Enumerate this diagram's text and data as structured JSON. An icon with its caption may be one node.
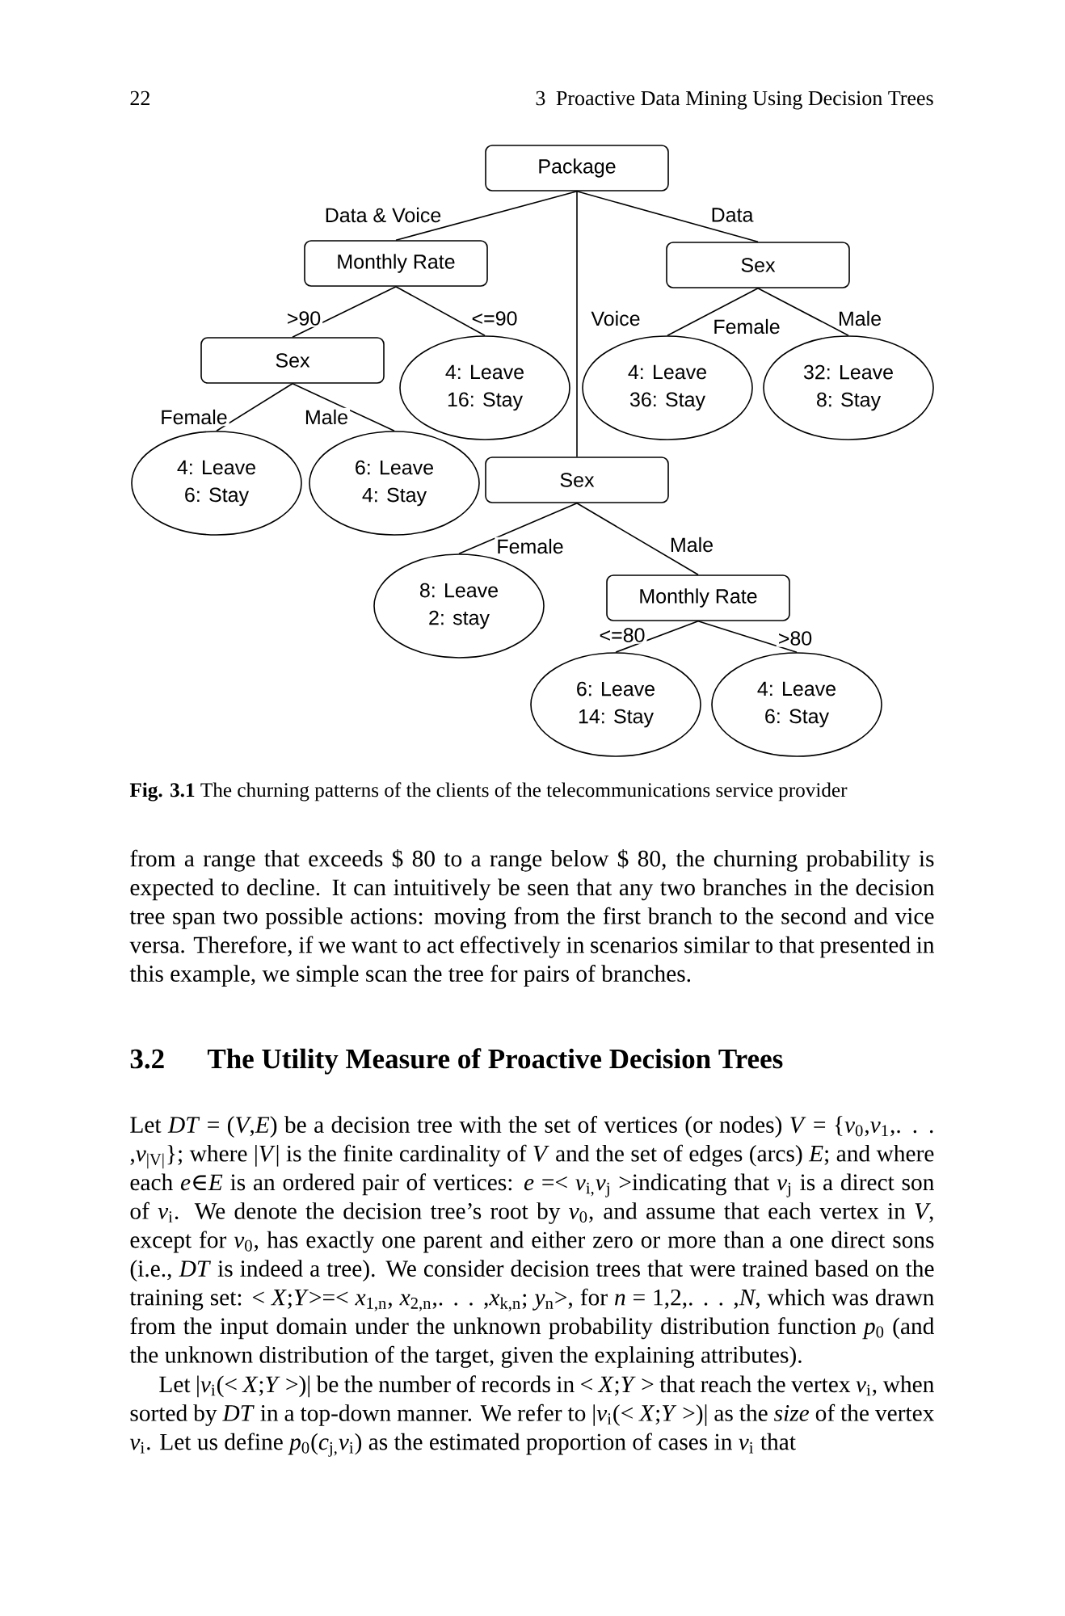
{
  "diagram": {
    "caption": "**Fig. 3.1** The churning patterns of the clients of the telecommunications service provider",
    "nodes": [
      {
        "text": [
          "Package"
        ]
      },
      {
        "text": [
          "Monthly Rate"
        ]
      },
      {
        "text": [
          "Sex"
        ]
      },
      {
        "text": [
          "Sex"
        ]
      },
      {
        "text": [
          "4: Leave",
          "16: Stay"
        ]
      },
      {
        "text": [
          "4: Leave",
          "36: Stay"
        ]
      },
      {
        "text": [
          "32: Leave",
          "8: Stay"
        ]
      },
      {
        "text": [
          "4: Leave",
          "6: Stay"
        ]
      },
      {
        "text": [
          "6: Leave",
          "4: Stay"
        ]
      },
      {
        "text": [
          "Sex"
        ]
      },
      {
        "text": [
          "8: Leave",
          "2: stay"
        ]
      },
      {
        "text": [
          "Monthly Rate"
        ]
      },
      {
        "text": [
          "6: Leave",
          "14: Stay"
        ]
      },
      {
        "text": [
          "4: Leave",
          "6: Stay"
        ]
      }
    ],
    "edges": [
      {
        "from": 0,
        "to": 1,
        "arrow": "none",
        "label": "Data & Voice"
      },
      {
        "from": 0,
        "to": 9,
        "arrow": "none",
        "label": "Voice"
      },
      {
        "from": 0,
        "to": 2,
        "arrow": "none",
        "label": "Data"
      },
      {
        "from": 1,
        "to": 3,
        "arrow": "none",
        "label": ">90"
      },
      {
        "from": 1,
        "to": 4,
        "arrow": "none",
        "label": "<=90"
      },
      {
        "from": 2,
        "to": 5,
        "arrow": "none",
        "label": "Female"
      },
      {
        "from": 2,
        "to": 6,
        "arrow": "none",
        "label": "Male"
      },
      {
        "from": 3,
        "to": 7,
        "arrow": "none",
        "label": "Female"
      },
      {
        "from": 3,
        "to": 8,
        "arrow": "none",
        "label": "Male"
      },
      {
        "from": 9,
        "to": 10,
        "arrow": "none",
        "label": "Female"
      },
      {
        "from": 9,
        "to": 11,
        "arrow": "none",
        "label": "Male"
      },
      {
        "from": 11,
        "to": 12,
        "arrow": "none",
        "label": "<=80"
      },
      {
        "from": 11,
        "to": 13,
        "arrow": "none",
        "label": ">80"
      }
    ],
    "labels": [
      "22",
      "3",
      "Proactive Data Mining Using Decision Trees",
      "from a range that exceeds $ 80 to a range below $ 80, the churning probability is expected to decline. It can intuitively be seen that any two branches in the decision tree span two possible actions: moving from the first branch to the second and vice versa. Therefore, if we want to act effectively in scenarios similar to that presented in this example, we simple scan the tree for pairs of branches.",
      "3.2",
      "The Utility Measure of Proactive Decision Trees",
      "Let *DT* = (*V*,*E*) be a decision tree with the set of vertices (or nodes) *V* = {*v*$_{0}$,*v*$_{1}$,. . . ,*v*$_{|V|}$}; where |*V*| is the finite cardinality of *V* and the set of edges (arcs) *E*; and where each *e*∈*E* is an ordered pair of vertices: *e* =< *v*$_{i,}$*v*$_{j}$ >indicating that *v*$_{j}$ is a direct son of *v*$_{i}$. We denote the decision tree’s root by *v*$_{0}$, and assume that each vertex in *V*, except for *v*$_{0}$, has exactly one parent and either zero or more than a one direct sons (i.e., *DT* is indeed a tree). We consider decision trees that were trained based on the training set: < *X*;*Y*>=< *x*$_{1,n}$, *x*$_{2,n}$,. . . ,*x*$_{k,n}$; *y*$_{n}$>, for *n* = 1,2,. . . ,*N*, which was drawn from the input domain under the unknown probability distribution function *p*$_{0}$ (and the unknown distribution of the target, given the explaining attributes).",
      "Let |*v*$_{i}$(< *X*;*Y* >)| be the number of records in < *X*;*Y* > that reach the vertex *v*$_{i}$, when sorted by *DT* in a top-down manner. We refer to |*v*$_{i}$(< *X*;*Y* >)| as the *size* of the vertex *v*$_{i}$. Let us define *p*$_{0}$(*c*$_{j,}$*v*$_{i}$) as the estimated proportion of cases in *v*$_{i}$ that"
    ]
  }
}
